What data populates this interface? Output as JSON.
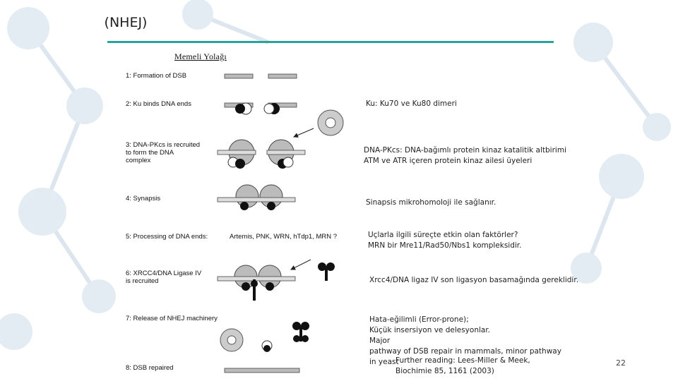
{
  "slide": {
    "title": "(NHEJ)",
    "subtitle": "Memeli Yolağı",
    "page_number": "22",
    "accent_color": "#2aa39a"
  },
  "figure": {
    "steps": [
      "1: Formation of DSB",
      "2: Ku binds DNA ends",
      "3: DNA-PKcs is recruited\nto form the DNA\ncomplex",
      "4: Synapsis",
      "5: Processing of DNA ends:",
      "6: XRCC4/DNA Ligase IV\nis recruited",
      "7: Release of NHEJ machinery",
      "8: DSB repaired"
    ],
    "processing_factors": "Artemis, PNK, WRN, hTdp1, MRN ?"
  },
  "notes": {
    "ku": "Ku: Ku70 ve Ku80 dimeri",
    "dnapk": "DNA-PKcs: DNA-bağımlı protein kinaz katalitik altbirimi\nATM ve ATR içeren protein kinaz ailesi üyeleri",
    "synapsis": "Sinapsis mikrohomoloji ile sağlanır.",
    "processing": "Uçlarla ilgili süreçte etkin olan faktörler?\nMRN bir Mre11/Rad50/Nbs1 kompleksidir.",
    "ligase": "Xrcc4/DNA ligaz IV son ligasyon basamağında gereklidir.",
    "error_prone": "Hata-eğilimli (Error-prone);\nKüçük insersiyon ve delesyonlar.\n Major\npathway of DSB repair in mammals, minor pathway\nin yeast"
  },
  "reference": "Further reading: Lees-Miller & Meek,\nBiochimie 85, 1161 (2003)"
}
